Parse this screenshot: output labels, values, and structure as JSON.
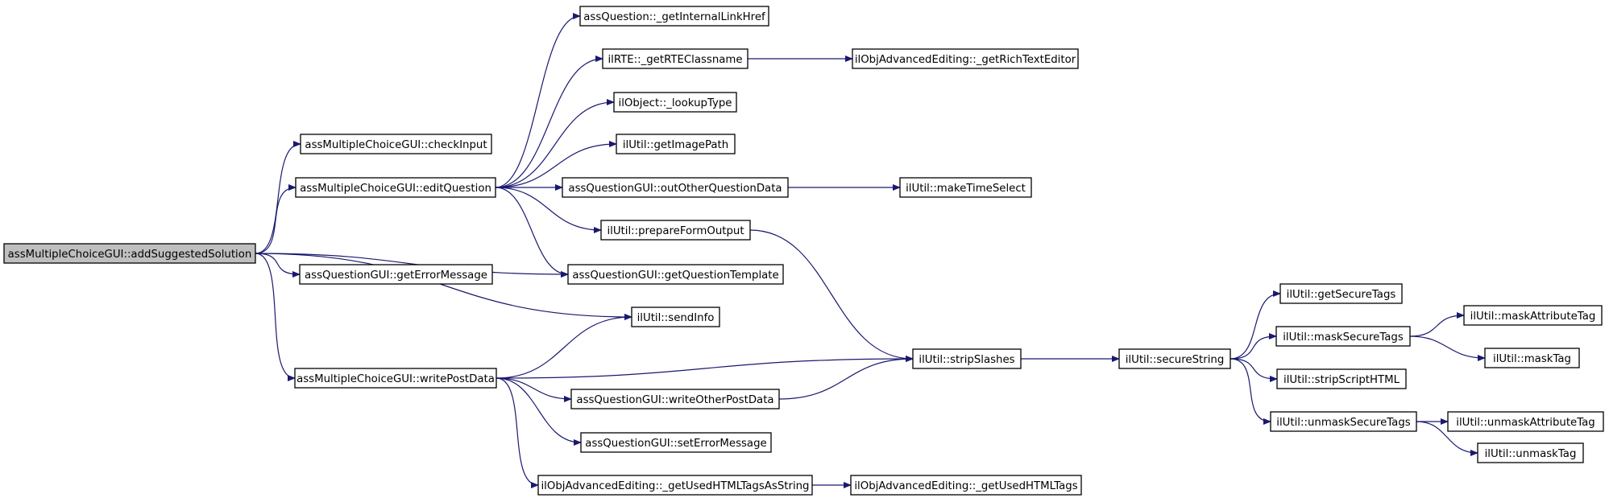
{
  "graph": {
    "edge_color": "#191970",
    "root_fill": "#bfbfbf",
    "nodes": {
      "root": "assMultipleChoiceGUI::addSuggestedSolution",
      "checkInput": "assMultipleChoiceGUI::checkInput",
      "editQuestion": "assMultipleChoiceGUI::editQuestion",
      "getErrorMessage": "assQuestionGUI::getErrorMessage",
      "writePostData": "assMultipleChoiceGUI::writePostData",
      "getInternalLinkHref": "assQuestion::_getInternalLinkHref",
      "getRTEClassname": "ilRTE::_getRTEClassname",
      "lookupType": "ilObject::_lookupType",
      "getImagePath": "ilUtil::getImagePath",
      "outOtherQuestionData": "assQuestionGUI::outOtherQuestionData",
      "prepareFormOutput": "ilUtil::prepareFormOutput",
      "getQuestionTemplate": "assQuestionGUI::getQuestionTemplate",
      "sendInfo": "ilUtil::sendInfo",
      "writeOtherPostData": "assQuestionGUI::writeOtherPostData",
      "setErrorMessage": "assQuestionGUI::setErrorMessage",
      "getUsedHTMLTagsAsString": "ilObjAdvancedEditing::_getUsedHTMLTagsAsString",
      "getRichTextEditor": "ilObjAdvancedEditing::_getRichTextEditor",
      "makeTimeSelect": "ilUtil::makeTimeSelect",
      "stripSlashes": "ilUtil::stripSlashes",
      "getUsedHTMLTags": "ilObjAdvancedEditing::_getUsedHTMLTags",
      "secureString": "ilUtil::secureString",
      "getSecureTags": "ilUtil::getSecureTags",
      "maskSecureTags": "ilUtil::maskSecureTags",
      "stripScriptHTML": "ilUtil::stripScriptHTML",
      "unmaskSecureTags": "ilUtil::unmaskSecureTags",
      "maskAttributeTag": "ilUtil::maskAttributeTag",
      "maskTag": "ilUtil::maskTag",
      "unmaskAttributeTag": "ilUtil::unmaskAttributeTag",
      "unmaskTag": "ilUtil::unmaskTag"
    },
    "edges": [
      [
        "root",
        "checkInput"
      ],
      [
        "root",
        "editQuestion"
      ],
      [
        "root",
        "getQuestionTemplate"
      ],
      [
        "root",
        "getErrorMessage"
      ],
      [
        "root",
        "sendInfo"
      ],
      [
        "root",
        "writePostData"
      ],
      [
        "editQuestion",
        "getInternalLinkHref"
      ],
      [
        "editQuestion",
        "getRTEClassname"
      ],
      [
        "editQuestion",
        "lookupType"
      ],
      [
        "editQuestion",
        "getImagePath"
      ],
      [
        "editQuestion",
        "outOtherQuestionData"
      ],
      [
        "editQuestion",
        "prepareFormOutput"
      ],
      [
        "editQuestion",
        "getQuestionTemplate"
      ],
      [
        "getRTEClassname",
        "getRichTextEditor"
      ],
      [
        "outOtherQuestionData",
        "makeTimeSelect"
      ],
      [
        "prepareFormOutput",
        "stripSlashes"
      ],
      [
        "writePostData",
        "sendInfo"
      ],
      [
        "writePostData",
        "stripSlashes"
      ],
      [
        "writePostData",
        "writeOtherPostData"
      ],
      [
        "writePostData",
        "setErrorMessage"
      ],
      [
        "writePostData",
        "getUsedHTMLTagsAsString"
      ],
      [
        "writeOtherPostData",
        "stripSlashes"
      ],
      [
        "getUsedHTMLTagsAsString",
        "getUsedHTMLTags"
      ],
      [
        "stripSlashes",
        "secureString"
      ],
      [
        "secureString",
        "getSecureTags"
      ],
      [
        "secureString",
        "maskSecureTags"
      ],
      [
        "secureString",
        "stripScriptHTML"
      ],
      [
        "secureString",
        "unmaskSecureTags"
      ],
      [
        "maskSecureTags",
        "maskAttributeTag"
      ],
      [
        "maskSecureTags",
        "maskTag"
      ],
      [
        "unmaskSecureTags",
        "unmaskAttributeTag"
      ],
      [
        "unmaskSecureTags",
        "unmaskTag"
      ]
    ]
  }
}
